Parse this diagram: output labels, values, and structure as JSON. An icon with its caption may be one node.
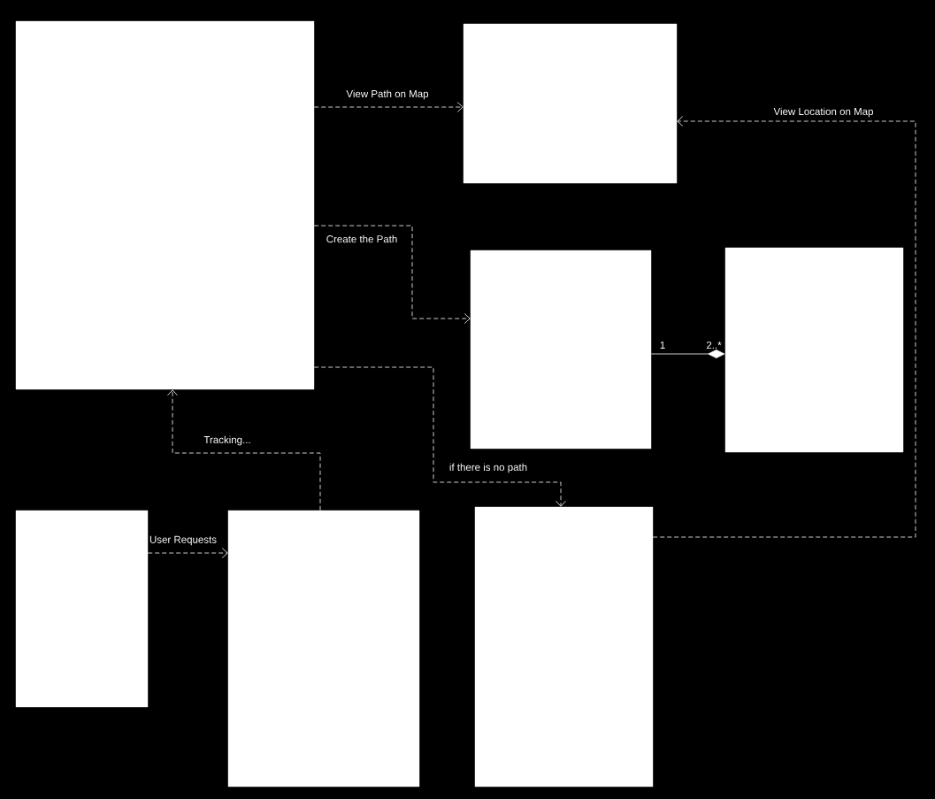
{
  "diagram": {
    "nodes": [
      {
        "text": [],
        "shape": "box"
      },
      {
        "text": [],
        "shape": "box"
      },
      {
        "text": [],
        "shape": "box"
      },
      {
        "text": [],
        "shape": "box"
      },
      {
        "text": [],
        "shape": "box"
      },
      {
        "text": [],
        "shape": "box"
      },
      {
        "text": [],
        "shape": "box"
      }
    ],
    "edges": [
      {
        "from": 0,
        "to": 1,
        "arrow": "to",
        "label": "View Path on Map",
        "style": "dashed"
      },
      {
        "from": 0,
        "to": 2,
        "arrow": "to",
        "label": "Create the Path",
        "style": "dashed"
      },
      {
        "from": 0,
        "to": 6,
        "arrow": "to",
        "label": "if there is no path",
        "style": "dashed"
      },
      {
        "from": 2,
        "to": 3,
        "arrow": "other"
      },
      {
        "from": 5,
        "to": 0,
        "arrow": "to",
        "label": "Tracking...",
        "style": "dashed"
      },
      {
        "from": 4,
        "to": 5,
        "arrow": "to",
        "label": "User Requests",
        "style": "dashed"
      },
      {
        "from": 6,
        "to": 1,
        "arrow": "to",
        "label": "View Location on Map",
        "style": "dashed"
      }
    ],
    "labels": [
      "1",
      "2..*"
    ]
  }
}
